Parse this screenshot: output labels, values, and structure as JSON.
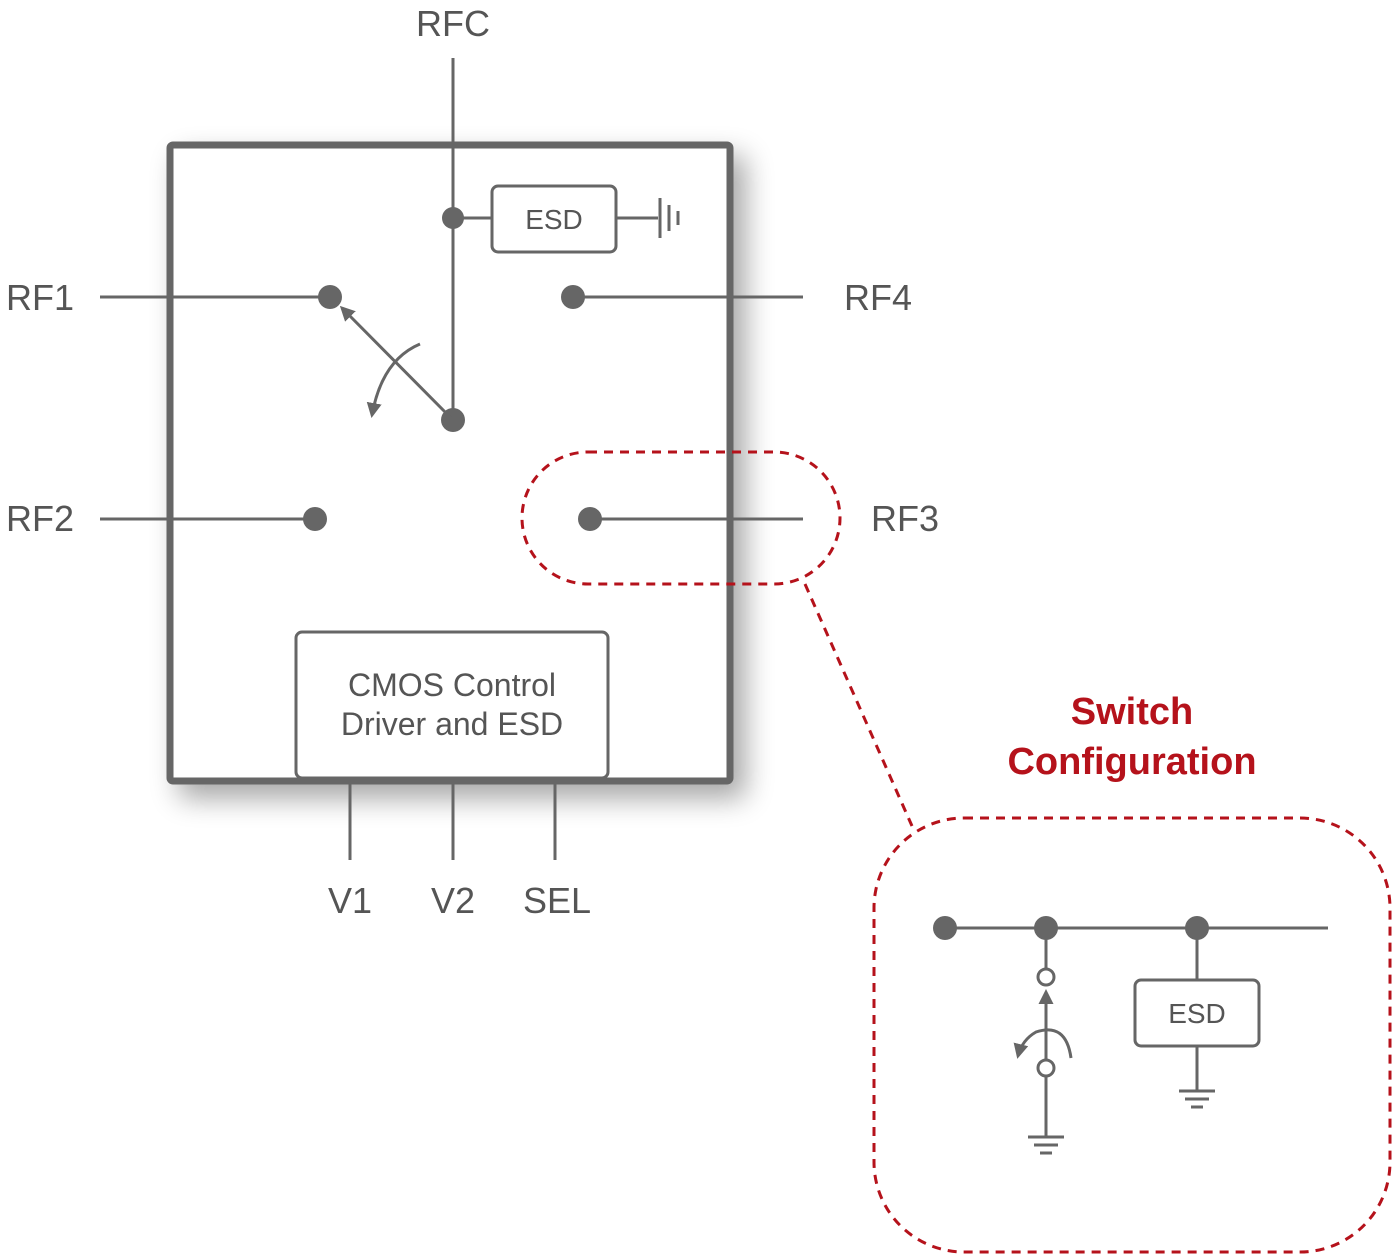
{
  "pins": {
    "rfc": "RFC",
    "rf1": "RF1",
    "rf2": "RF2",
    "rf3": "RF3",
    "rf4": "RF4",
    "v1": "V1",
    "v2": "V2",
    "sel": "SEL"
  },
  "blocks": {
    "esd_top": "ESD",
    "cmos_line1": "CMOS Control",
    "cmos_line2": "Driver and ESD",
    "esd_detail": "ESD"
  },
  "callout": {
    "title_line1": "Switch",
    "title_line2": "Configuration"
  },
  "colors": {
    "line": "#666666",
    "accent": "#b5121b",
    "text": "#555555"
  }
}
